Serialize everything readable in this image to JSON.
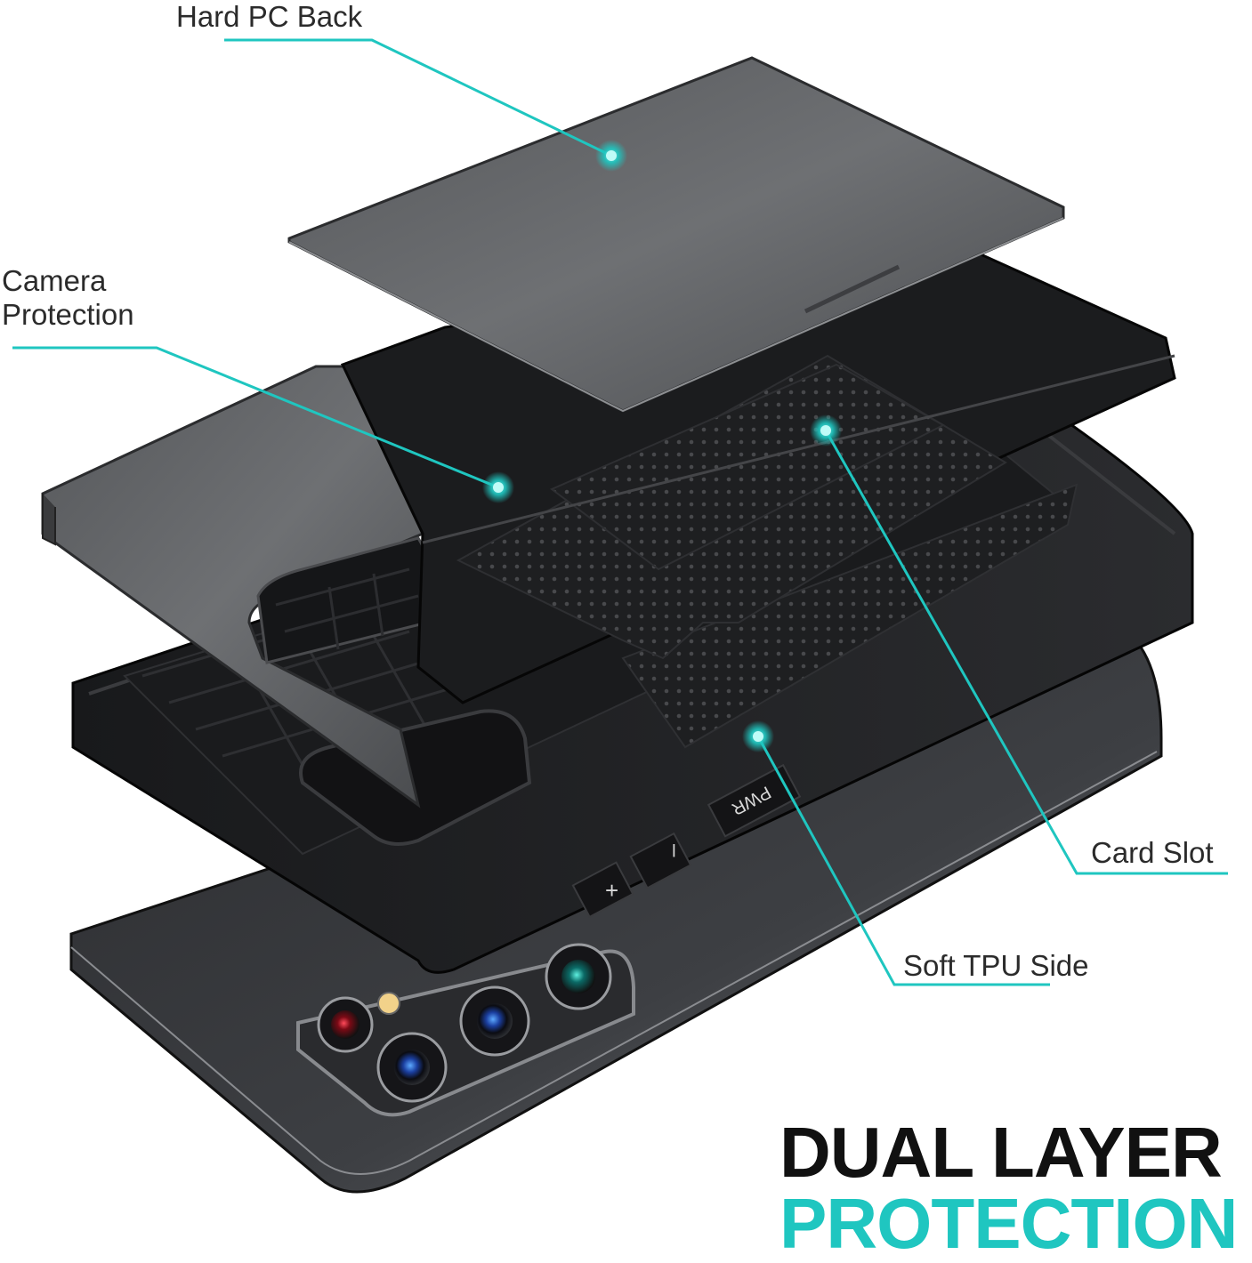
{
  "callouts": {
    "hard_pc_back": "Hard PC Back",
    "camera_protection_line1": "Camera",
    "camera_protection_line2": "Protection",
    "card_slot": "Card Slot",
    "soft_tpu_side": "Soft TPU Side"
  },
  "headline": {
    "line1": "DUAL LAYER",
    "line2": "PROTECTION"
  },
  "button_labels": {
    "power": "PWR",
    "volume_up": "+",
    "volume_down": "–"
  },
  "colors": {
    "accent": "#1fc6c0",
    "headline_dark": "#111111",
    "case_gray": "#5f6163",
    "case_black": "#1c1d1f"
  }
}
